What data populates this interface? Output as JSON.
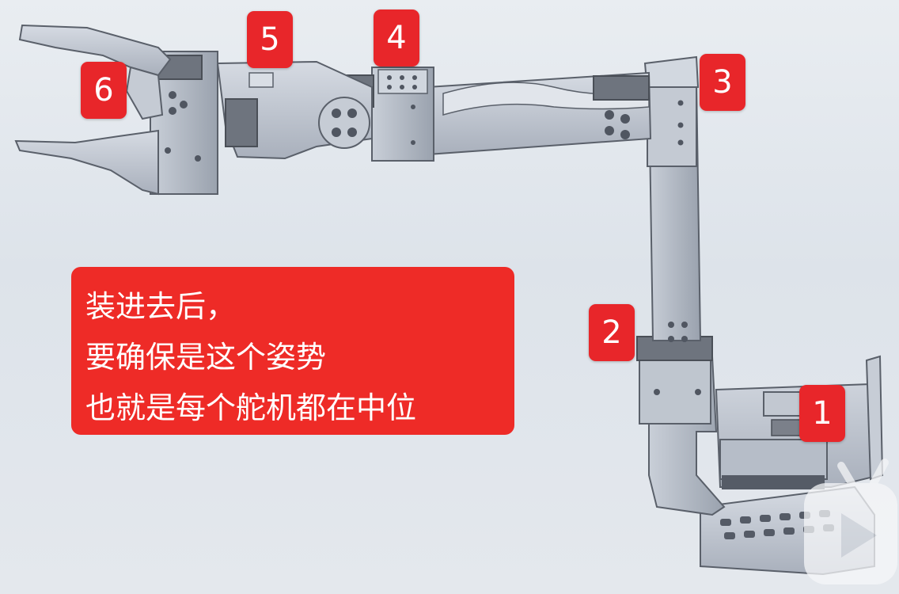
{
  "caption": {
    "lines": [
      "装进去后，",
      "要确保是这个姿势",
      "也就是每个舵机都在中位"
    ]
  },
  "labels": {
    "servo_1": "1",
    "servo_2": "2",
    "servo_3": "3",
    "servo_4": "4",
    "servo_5": "5",
    "servo_6": "6"
  },
  "colors": {
    "badge": "#e8262a",
    "caption_bg": "#ee2b27",
    "metal": "#b9c0cc",
    "metal_dark": "#6f7580",
    "background": "#e3e8ee"
  },
  "icons": {
    "watermark": "video-app-logo-icon"
  }
}
